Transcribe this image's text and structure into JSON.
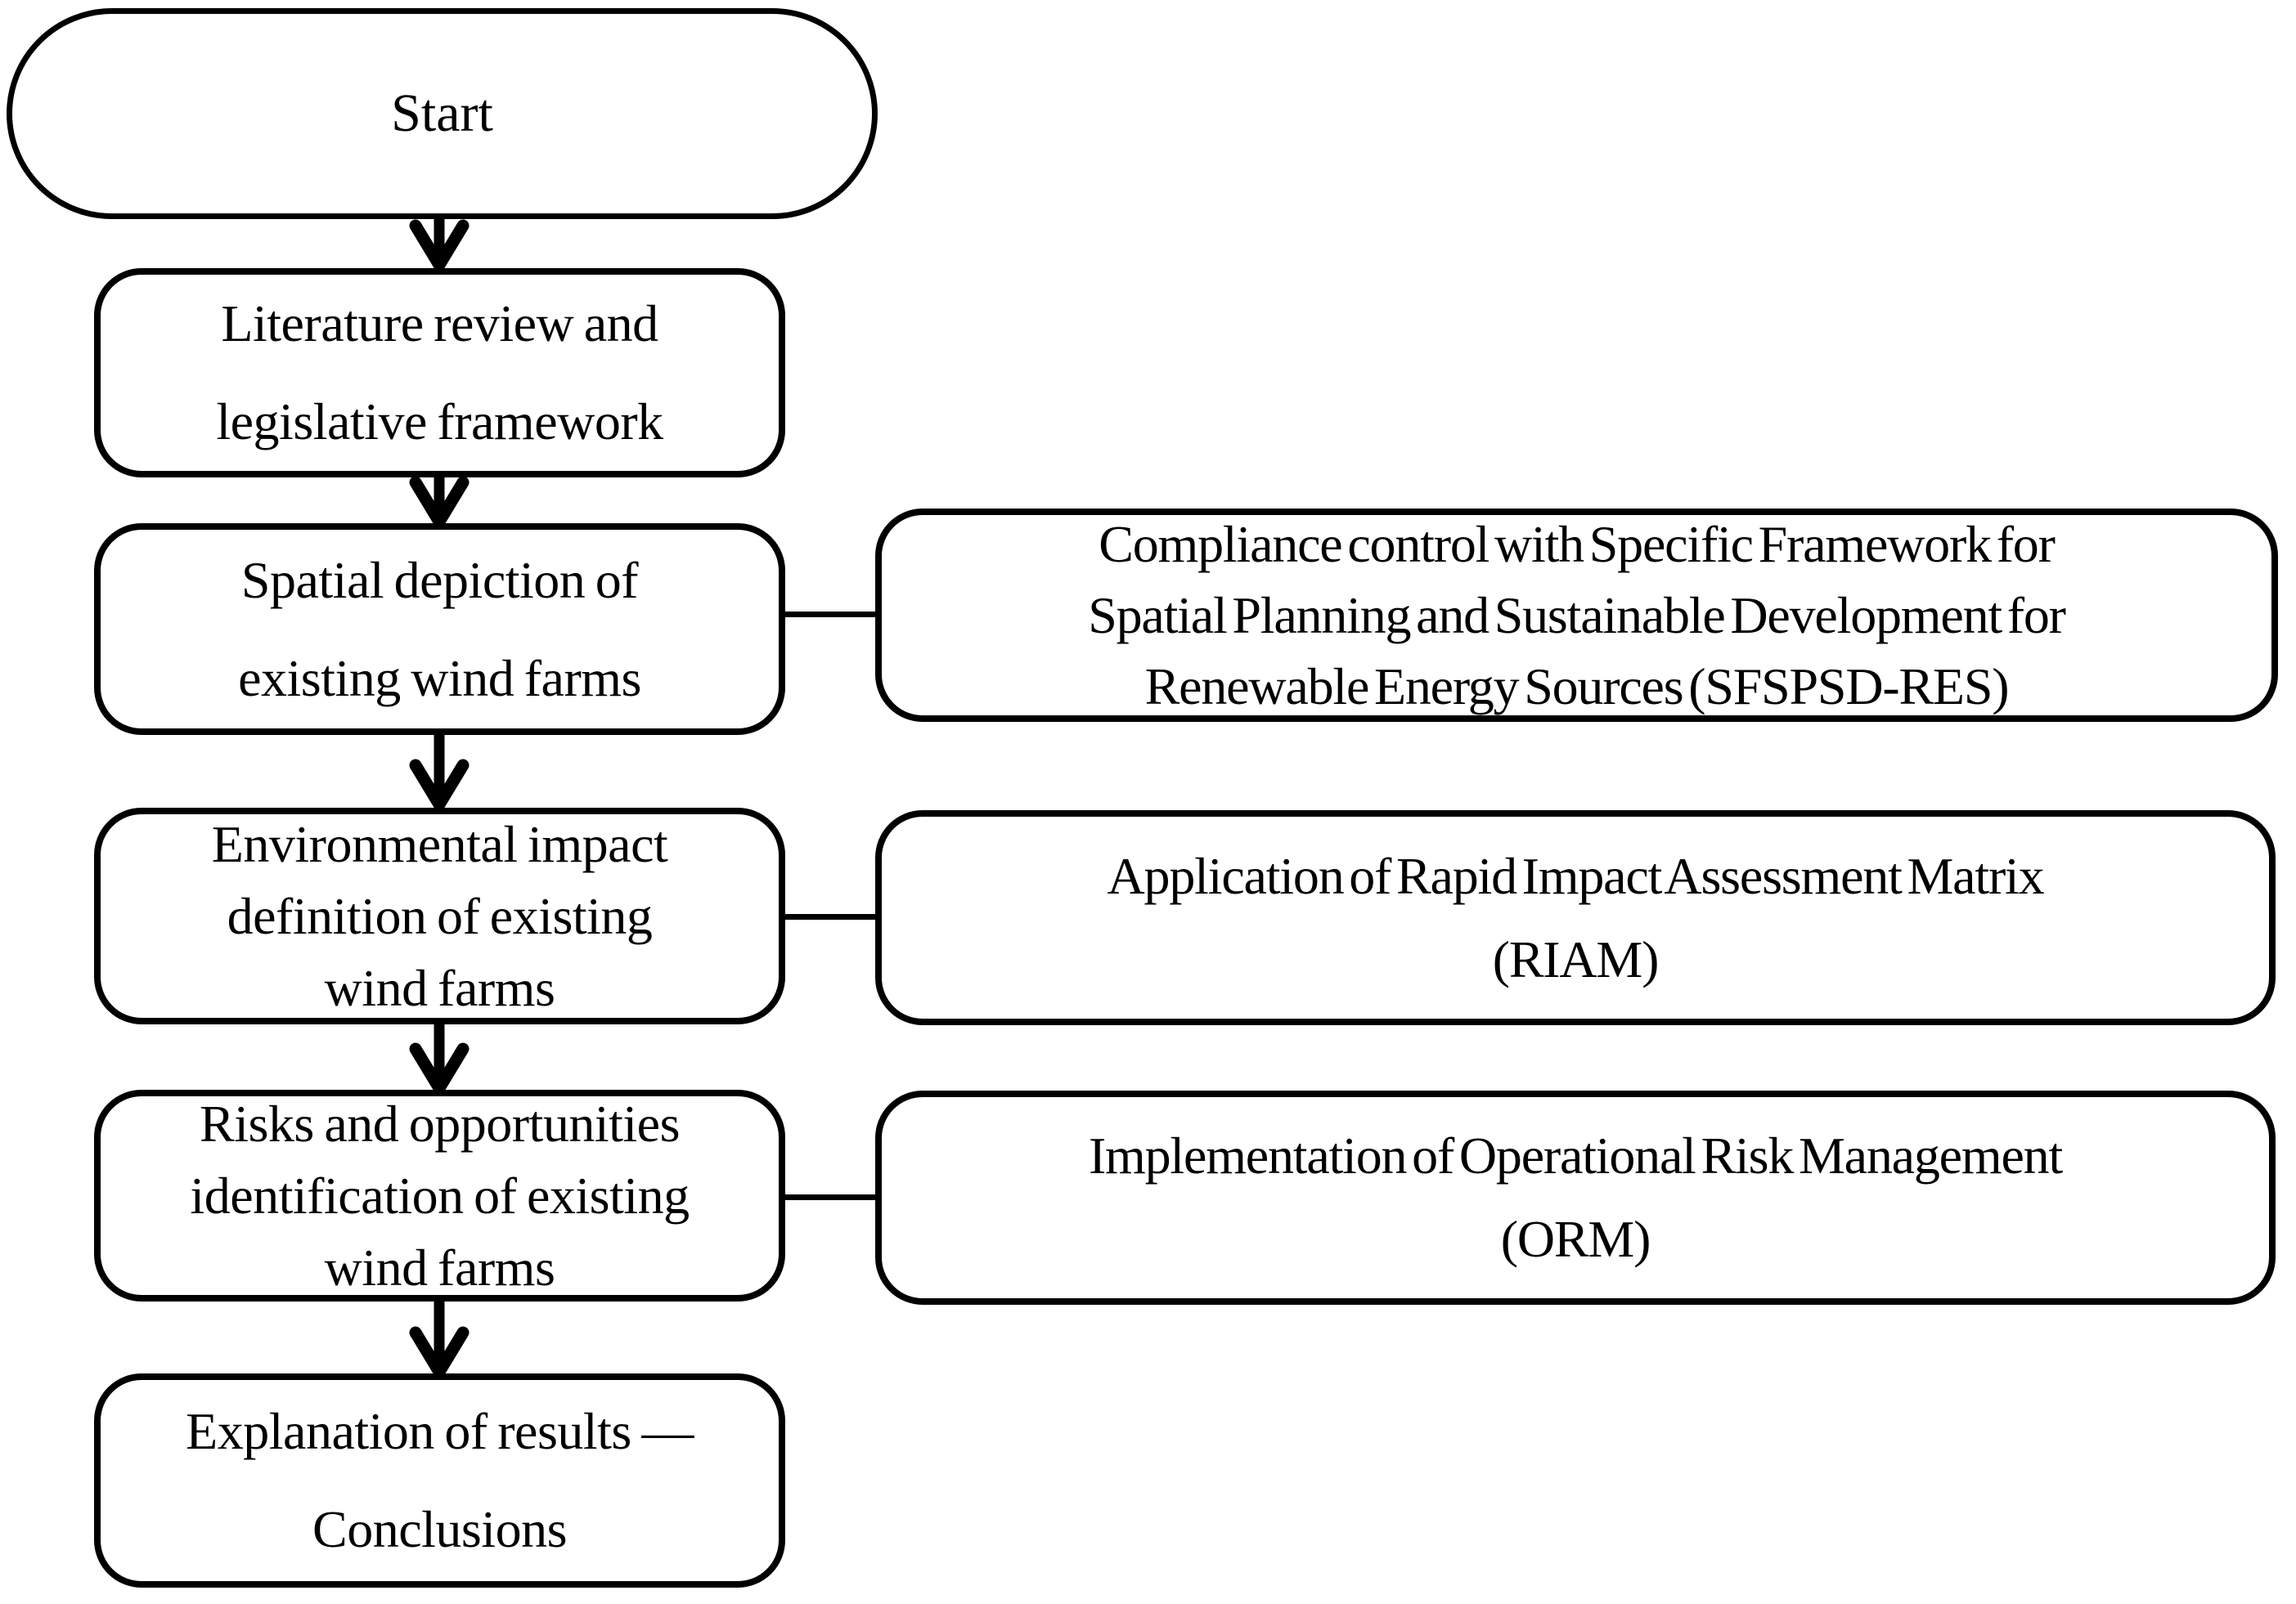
{
  "figure": {
    "type": "flowchart",
    "background_color": "#ffffff",
    "line_color": "#000000",
    "fill_color": "#ffffff"
  },
  "nodes": {
    "start": {
      "id": "start",
      "shape": "terminator-oval",
      "label": "Start"
    },
    "main": [
      {
        "id": "literature-review",
        "shape": "rounded-rectangle",
        "label": "Literature review and legislative framework",
        "lines": [
          "Literature review and",
          "legislative framework"
        ]
      },
      {
        "id": "spatial-depiction",
        "shape": "rounded-rectangle",
        "label": "Spatial depiction of existing wind farms",
        "lines": [
          "Spatial depiction of",
          "existing wind farms"
        ]
      },
      {
        "id": "environmental-impact",
        "shape": "rounded-rectangle",
        "label": "Environmental impact definition of existing wind farms",
        "lines": [
          "Environmental impact",
          "definition of existing",
          "wind farms"
        ]
      },
      {
        "id": "risks-opportunities",
        "shape": "rounded-rectangle",
        "label": "Risks and opportunities identification of existing wind farms",
        "lines": [
          "Risks and opportunities",
          "identification of existing",
          "wind farms"
        ]
      },
      {
        "id": "conclusions",
        "shape": "rounded-rectangle",
        "label": "Explanation of results — Conclusions",
        "lines": [
          "Explanation of results —",
          "Conclusions"
        ]
      }
    ],
    "side": [
      {
        "id": "sfspsd-res",
        "shape": "rounded-rectangle",
        "label": "Compliance control with Specific Framework for Spatial Planning and Sustainable Development for Renewable Energy Sources (SFSPSD-RES)",
        "lines": [
          "Compliance control with Specific Framework for",
          "Spatial Planning and Sustainable Development for",
          "Renewable Energy Sources (SFSPSD-RES)"
        ]
      },
      {
        "id": "riam",
        "shape": "rounded-rectangle",
        "label": "Application of Rapid Impact Assessment Matrix (RIAM)",
        "lines": [
          "Application of Rapid Impact Assessment Matrix",
          "(RIAM)"
        ]
      },
      {
        "id": "orm",
        "shape": "rounded-rectangle",
        "label": "Implementation of Operational Risk Management (ORM)",
        "lines": [
          "Implementation of Operational Risk Management",
          "(ORM)"
        ]
      }
    ]
  },
  "edges": [
    {
      "from": "start",
      "to": "literature-review",
      "type": "arrow-down"
    },
    {
      "from": "literature-review",
      "to": "spatial-depiction",
      "type": "arrow-down"
    },
    {
      "from": "spatial-depiction",
      "to": "environmental-impact",
      "type": "arrow-down"
    },
    {
      "from": "environmental-impact",
      "to": "risks-opportunities",
      "type": "arrow-down"
    },
    {
      "from": "risks-opportunities",
      "to": "conclusions",
      "type": "arrow-down"
    },
    {
      "from": "spatial-depiction",
      "to": "sfspsd-res",
      "type": "connector-horizontal"
    },
    {
      "from": "environmental-impact",
      "to": "riam",
      "type": "connector-horizontal"
    },
    {
      "from": "risks-opportunities",
      "to": "orm",
      "type": "connector-horizontal"
    }
  ]
}
